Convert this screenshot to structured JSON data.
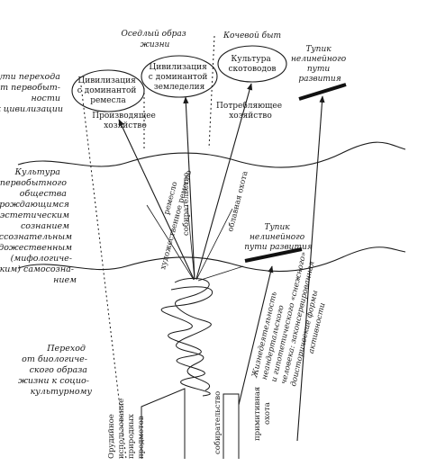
{
  "left_column": {
    "section1": [
      "Пути перехода",
      "от первобыт-",
      "ности",
      "к цивилизации"
    ],
    "section2": [
      "Культура",
      "первобытного",
      "общества",
      "с зарождающимся",
      "эстетическим",
      "сознанием",
      "и бессознательным",
      "художественным",
      "(мифологиче-",
      "ским) самосозна-",
      "нием"
    ],
    "section3": [
      "Переход",
      "от биологиче-",
      "ского образа",
      "жизни к социо-",
      "культурному"
    ]
  },
  "headers": {
    "sedentary": [
      "Оседлый образ",
      "жизни"
    ],
    "nomadic": "Кочевой быт"
  },
  "ellipses": {
    "craft": [
      "Цивилизация",
      "с доминантой",
      "ремесла"
    ],
    "agri": [
      "Цивилизация",
      "с доминантой",
      "земледелия"
    ],
    "herders": [
      "Культура",
      "скотоводов"
    ]
  },
  "labels": {
    "productive": [
      "Производящее",
      "хозяйство"
    ],
    "consuming": [
      "Потребляющее",
      "хозяйство"
    ],
    "deadend_top": [
      "Тупик",
      "нелинейного",
      "пути",
      "развития"
    ],
    "deadend_mid": [
      "Тупик",
      "нелинейного",
      "пути развития"
    ]
  },
  "arrows": {
    "craft": [
      "художественное ремесло",
      "ремесло"
    ],
    "gathering": "собирательство",
    "hunting": "облавная охота"
  },
  "bottom": {
    "tools": [
      "Орудийное",
      "использование",
      "природных",
      "предметов"
    ],
    "gathering": "собирательство",
    "hunting": [
      "примитивная",
      "охота"
    ],
    "neanderthal": [
      "Жизнедеятельность",
      "неандертальского",
      "и гипотетического «снежного»",
      "человека: законсервированная",
      "доисторические формы",
      "активности"
    ]
  }
}
